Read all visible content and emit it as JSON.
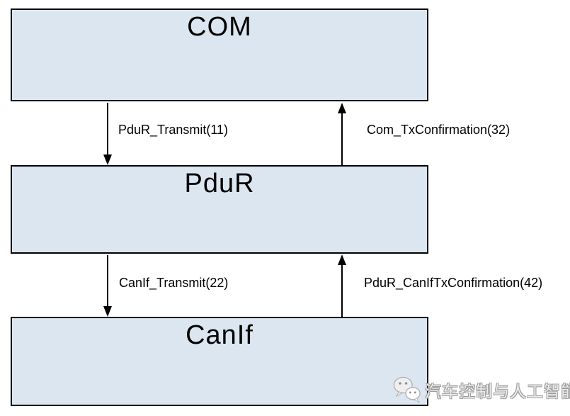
{
  "diagram": {
    "type": "block-sequence",
    "boxes": [
      {
        "label": "COM"
      },
      {
        "label": "PduR"
      },
      {
        "label": "CanIf"
      }
    ],
    "arrows": [
      {
        "label": "PduR_Transmit(11)",
        "direction": "down",
        "from": "COM",
        "to": "PduR"
      },
      {
        "label": "Com_TxConfirmation(32)",
        "direction": "up",
        "from": "PduR",
        "to": "COM"
      },
      {
        "label": "CanIf_Transmit(22)",
        "direction": "down",
        "from": "PduR",
        "to": "CanIf"
      },
      {
        "label": "PduR_CanIfTxConfirmation(42)",
        "direction": "up",
        "from": "CanIf",
        "to": "PduR"
      }
    ],
    "colors": {
      "box_fill": "#dce6f1",
      "box_border": "#000000",
      "arrow": "#000000",
      "label_text": "#000000",
      "watermark_fill": "#ececec",
      "watermark_outline": "#9b9b9b"
    },
    "watermark": {
      "icon": "wechat-icon",
      "text": "汽车控制与人工智能"
    }
  }
}
